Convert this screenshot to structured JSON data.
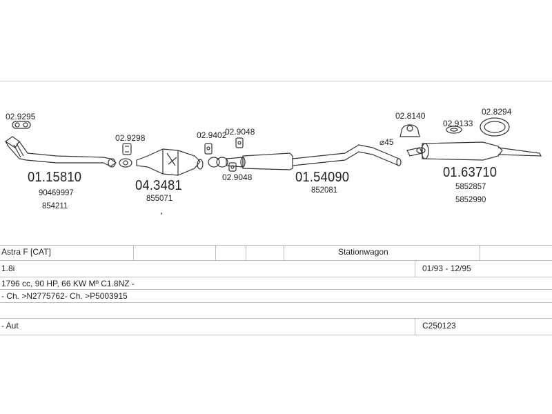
{
  "parts": {
    "p1": {
      "number": "01.15810",
      "refs": [
        "90469997",
        "854211"
      ]
    },
    "p2": {
      "number": "04.3481",
      "refs": [
        "855071"
      ]
    },
    "p3": {
      "number": "01.54090",
      "refs": [
        "852081"
      ]
    },
    "p4": {
      "number": "01.63710",
      "refs": [
        "5852857",
        "5852990"
      ]
    }
  },
  "fittings": {
    "f1": "02.9295",
    "f2": "02.9298",
    "f3": "02.9402",
    "f4": "02.9048",
    "f5": "02.9048",
    "f6": "02.8140",
    "f7": "02.9133",
    "f8": "02.8294"
  },
  "pipe_diameter": "⌀45",
  "vehicle": {
    "model": "Astra F  [CAT]",
    "body": "Stationwagon",
    "engine": "1.8i",
    "period": "01/93 - 12/95",
    "spec": "1796 cc, 90 HP, 66 KW Mº C1.8NZ -",
    "chassis": "- Ch. >N2775762- Ch. >P5003915",
    "transmission": "- Aut",
    "code": "C250123"
  },
  "icons": {
    "vehicle": "station-wagon-icon"
  }
}
